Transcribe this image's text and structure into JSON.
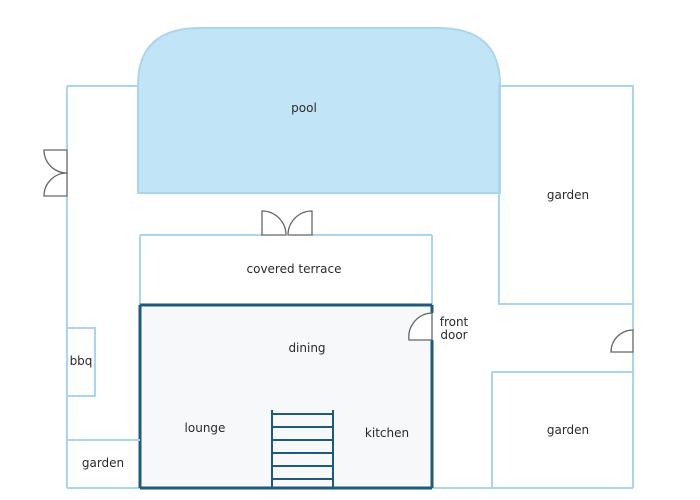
{
  "floorplan": {
    "rooms": {
      "pool": "pool",
      "garden_top_right": "garden",
      "covered_terrace": "covered terrace",
      "dining": "dining",
      "front_door_line1": "front",
      "front_door_line2": "door",
      "bbq": "bbq",
      "lounge": "lounge",
      "kitchen": "kitchen",
      "garden_bottom_right": "garden",
      "garden_bottom_left": "garden"
    },
    "colors": {
      "wall_light": "#a9d6ee",
      "wall_dark": "#1f5a7a",
      "pool_fill": "#c2e4f7",
      "house_fill": "#f7f8f9",
      "door_stroke": "#666666"
    },
    "icons": {
      "door": "door-swing-icon",
      "double_door": "double-door-icon",
      "stairs": "stairs-icon"
    }
  }
}
